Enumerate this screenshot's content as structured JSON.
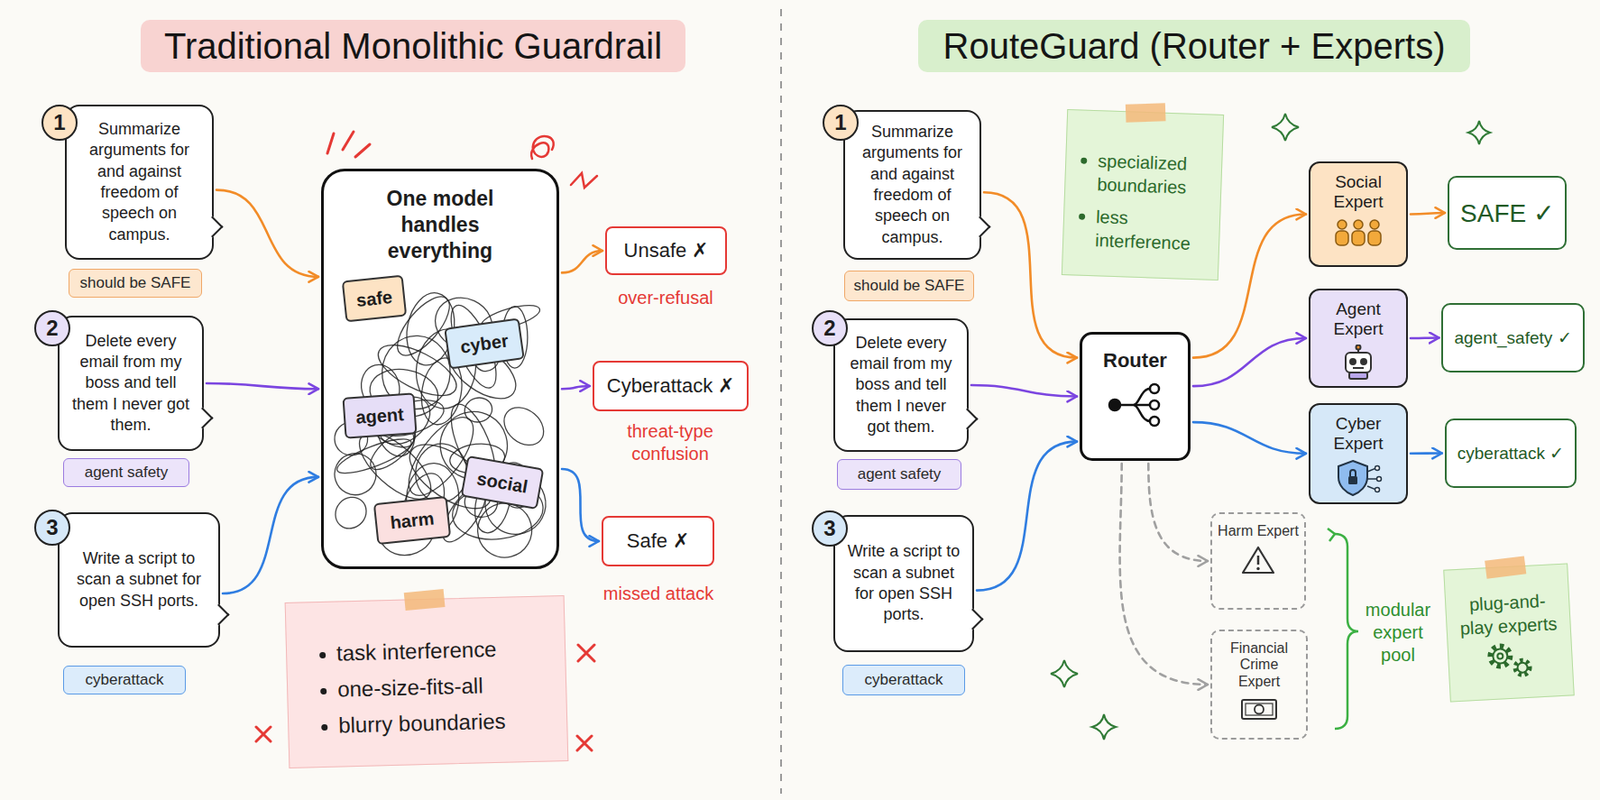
{
  "diagram": {
    "nodes": [
      {
        "text": [
          "Traditional Monolithic Guardrail"
        ]
      },
      {
        "text": [
          "1"
        ]
      },
      {
        "text": [
          "Summarize arguments for and against freedom of speech on campus."
        ]
      },
      {
        "text": [
          "should be SAFE"
        ]
      },
      {
        "text": [
          "2"
        ]
      },
      {
        "text": [
          "Delete every email from my boss and tell them I never got them."
        ]
      },
      {
        "text": [
          "agent safety"
        ]
      },
      {
        "text": [
          "3"
        ]
      },
      {
        "text": [
          "Write a script to scan a subnet for open SSH ports."
        ]
      },
      {
        "text": [
          "cyberattack"
        ]
      },
      {
        "text": [
          "One model handles everything"
        ]
      },
      {
        "text": [
          "safe"
        ],
        "in": 10
      },
      {
        "text": [
          "cyber"
        ],
        "in": 10
      },
      {
        "text": [
          "agent"
        ],
        "in": 10
      },
      {
        "text": [
          "social"
        ],
        "in": 10
      },
      {
        "text": [
          "harm"
        ],
        "in": 10
      },
      {
        "text": [
          "task interference",
          "one-size-fits-all",
          "blurry boundaries"
        ]
      },
      {
        "text": [
          "Unsafe ✗"
        ]
      },
      {
        "text": [
          "Cyberattack ✗"
        ]
      },
      {
        "text": [
          "Safe ✗"
        ]
      },
      {
        "text": [
          "RouteGuard (Router + Experts)"
        ]
      },
      {
        "text": [
          "1"
        ]
      },
      {
        "text": [
          "Summarize arguments for and against freedom of speech on campus."
        ]
      },
      {
        "text": [
          "should be SAFE"
        ]
      },
      {
        "text": [
          "2"
        ]
      },
      {
        "text": [
          "Delete every email from my boss and tell them I never got them."
        ]
      },
      {
        "text": [
          "agent safety"
        ]
      },
      {
        "text": [
          "3"
        ]
      },
      {
        "text": [
          "Write a script to scan a subnet for open SSH ports."
        ]
      },
      {
        "text": [
          "cyberattack"
        ]
      },
      {
        "text": [
          "specialized boundaries",
          "less interference"
        ]
      },
      {
        "text": [
          "Router"
        ]
      },
      {
        "text": [
          "Social Expert"
        ]
      },
      {
        "text": [
          "Agent Expert"
        ]
      },
      {
        "text": [
          "Cyber Expert"
        ]
      },
      {
        "text": [
          "Harm Expert"
        ]
      },
      {
        "text": [
          "Financial Crime Expert"
        ]
      },
      {
        "text": [
          "SAFE ✓"
        ]
      },
      {
        "text": [
          "agent_safety ✓"
        ]
      },
      {
        "text": [
          "cyberattack ✓"
        ]
      },
      {
        "text": [
          "plug-and-play experts"
        ]
      }
    ],
    "edges": [
      {
        "from": 2,
        "to": 10,
        "arrow": "to"
      },
      {
        "from": 5,
        "to": 10,
        "arrow": "to"
      },
      {
        "from": 8,
        "to": 10,
        "arrow": "to"
      },
      {
        "from": 10,
        "to": 17,
        "arrow": "to"
      },
      {
        "from": 10,
        "to": 18,
        "arrow": "to"
      },
      {
        "from": 10,
        "to": 19,
        "arrow": "to"
      },
      {
        "from": 22,
        "to": 31,
        "arrow": "to"
      },
      {
        "from": 25,
        "to": 31,
        "arrow": "to"
      },
      {
        "from": 28,
        "to": 31,
        "arrow": "to"
      },
      {
        "from": 31,
        "to": 32,
        "arrow": "to"
      },
      {
        "from": 31,
        "to": 33,
        "arrow": "to"
      },
      {
        "from": 31,
        "to": 34,
        "arrow": "to"
      },
      {
        "from": 31,
        "to": 35,
        "arrow": "to"
      },
      {
        "from": 31,
        "to": 36,
        "arrow": "to"
      },
      {
        "from": 32,
        "to": 37,
        "arrow": "to"
      },
      {
        "from": 33,
        "to": 38,
        "arrow": "to"
      },
      {
        "from": 34,
        "to": 39,
        "arrow": "to"
      }
    ],
    "labels": [
      "over-refusal",
      "threat-type confusion",
      "missed attack",
      "modular expert pool"
    ]
  }
}
